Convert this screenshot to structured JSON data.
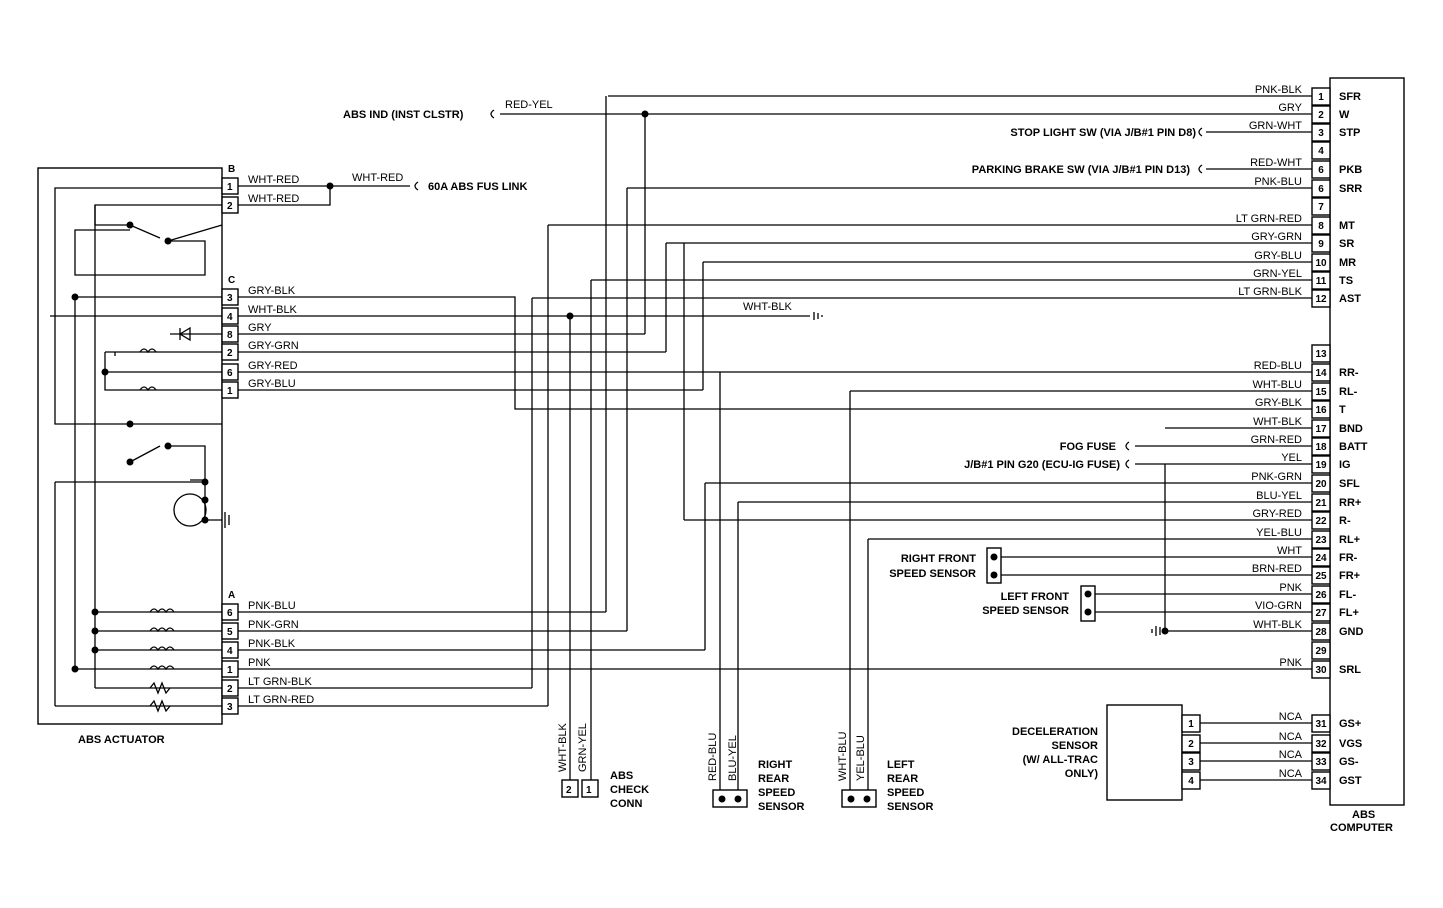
{
  "actuator": {
    "title": "ABS ACTUATOR",
    "conn_b": "B",
    "conn_c": "C",
    "conn_a": "A",
    "b_pins": [
      {
        "pin": "1",
        "wire": "WHT-RED"
      },
      {
        "pin": "2",
        "wire": "WHT-RED"
      }
    ],
    "c_pins": [
      {
        "pin": "3",
        "wire": "GRY-BLK"
      },
      {
        "pin": "4",
        "wire": "WHT-BLK"
      },
      {
        "pin": "8",
        "wire": "GRY"
      },
      {
        "pin": "2",
        "wire": "GRY-GRN"
      },
      {
        "pin": "6",
        "wire": "GRY-RED"
      },
      {
        "pin": "1",
        "wire": "GRY-BLU"
      }
    ],
    "a_pins": [
      {
        "pin": "6",
        "wire": "PNK-BLU"
      },
      {
        "pin": "5",
        "wire": "PNK-GRN"
      },
      {
        "pin": "4",
        "wire": "PNK-BLK"
      },
      {
        "pin": "1",
        "wire": "PNK"
      },
      {
        "pin": "2",
        "wire": "LT GRN-BLK"
      },
      {
        "pin": "3",
        "wire": "LT GRN-RED"
      }
    ]
  },
  "fuse_link": {
    "wire": "WHT-RED",
    "label": "60A ABS FUS LINK"
  },
  "abs_ind": {
    "label": "ABS IND (INST CLSTR)",
    "wire": "RED-YEL"
  },
  "ground_wire": "WHT-BLK",
  "computer": {
    "title_1": "ABS",
    "title_2": "COMPUTER",
    "pins": [
      {
        "pin": "1",
        "wire": "PNK-BLK",
        "sig": "SFR"
      },
      {
        "pin": "2",
        "wire": "GRY",
        "sig": "W"
      },
      {
        "pin": "3",
        "wire": "GRN-WHT",
        "sig": "STP"
      },
      {
        "pin": "4",
        "wire": "",
        "sig": ""
      },
      {
        "pin": "6",
        "wire": "RED-WHT",
        "sig": "PKB"
      },
      {
        "pin": "6",
        "wire": "PNK-BLU",
        "sig": "SRR"
      },
      {
        "pin": "7",
        "wire": "",
        "sig": ""
      },
      {
        "pin": "8",
        "wire": "LT GRN-RED",
        "sig": "MT"
      },
      {
        "pin": "9",
        "wire": "GRY-GRN",
        "sig": "SR"
      },
      {
        "pin": "10",
        "wire": "GRY-BLU",
        "sig": "MR"
      },
      {
        "pin": "11",
        "wire": "GRN-YEL",
        "sig": "TS"
      },
      {
        "pin": "12",
        "wire": "LT GRN-BLK",
        "sig": "AST"
      },
      {
        "pin": "13",
        "wire": "",
        "sig": ""
      },
      {
        "pin": "14",
        "wire": "RED-BLU",
        "sig": "RR-"
      },
      {
        "pin": "15",
        "wire": "WHT-BLU",
        "sig": "RL-"
      },
      {
        "pin": "16",
        "wire": "GRY-BLK",
        "sig": "T"
      },
      {
        "pin": "17",
        "wire": "WHT-BLK",
        "sig": "BND"
      },
      {
        "pin": "18",
        "wire": "GRN-RED",
        "sig": "BATT"
      },
      {
        "pin": "19",
        "wire": "YEL",
        "sig": "IG"
      },
      {
        "pin": "20",
        "wire": "PNK-GRN",
        "sig": "SFL"
      },
      {
        "pin": "21",
        "wire": "BLU-YEL",
        "sig": "RR+"
      },
      {
        "pin": "22",
        "wire": "GRY-RED",
        "sig": "R-"
      },
      {
        "pin": "23",
        "wire": "YEL-BLU",
        "sig": "RL+"
      },
      {
        "pin": "24",
        "wire": "WHT",
        "sig": "FR-"
      },
      {
        "pin": "25",
        "wire": "BRN-RED",
        "sig": "FR+"
      },
      {
        "pin": "26",
        "wire": "PNK",
        "sig": "FL-"
      },
      {
        "pin": "27",
        "wire": "VIO-GRN",
        "sig": "FL+"
      },
      {
        "pin": "28",
        "wire": "WHT-BLK",
        "sig": "GND"
      },
      {
        "pin": "29",
        "wire": "",
        "sig": ""
      },
      {
        "pin": "30",
        "wire": "PNK",
        "sig": "SRL"
      },
      {
        "pin": "31",
        "wire": "NCA",
        "sig": "GS+"
      },
      {
        "pin": "32",
        "wire": "NCA",
        "sig": "VGS"
      },
      {
        "pin": "33",
        "wire": "NCA",
        "sig": "GS-"
      },
      {
        "pin": "34",
        "wire": "NCA",
        "sig": "GST"
      }
    ]
  },
  "ext": {
    "stop_light": "STOP LIGHT SW (VIA J/B#1 PIN D8)",
    "parking_brake": "PARKING BRAKE SW (VIA J/B#1 PIN D13)",
    "fog_fuse": "FOG FUSE",
    "jb_pin": "J/B#1 PIN G20 (ECU-IG FUSE)"
  },
  "sensors": {
    "right_front_1": "RIGHT FRONT",
    "right_front_2": "SPEED SENSOR",
    "left_front_1": "LEFT FRONT",
    "left_front_2": "SPEED SENSOR",
    "decel_1": "DECELERATION",
    "decel_2": "SENSOR",
    "decel_3": "(W/ ALL-TRAC",
    "decel_4": "ONLY)",
    "decel_pins": [
      "1",
      "2",
      "3",
      "4"
    ]
  },
  "check_conn": {
    "wire_1": "WHT-BLK",
    "wire_2": "GRN-YEL",
    "pin_1": "2",
    "pin_2": "1",
    "label_1": "ABS",
    "label_2": "CHECK",
    "label_3": "CONN"
  },
  "right_rear": {
    "wire_1": "RED-BLU",
    "wire_2": "BLU-YEL",
    "label_1": "RIGHT",
    "label_2": "REAR",
    "label_3": "SPEED",
    "label_4": "SENSOR"
  },
  "left_rear": {
    "wire_1": "WHT-BLU",
    "wire_2": "YEL-BLU",
    "label_1": "LEFT",
    "label_2": "REAR",
    "label_3": "SPEED",
    "label_4": "SENSOR"
  }
}
